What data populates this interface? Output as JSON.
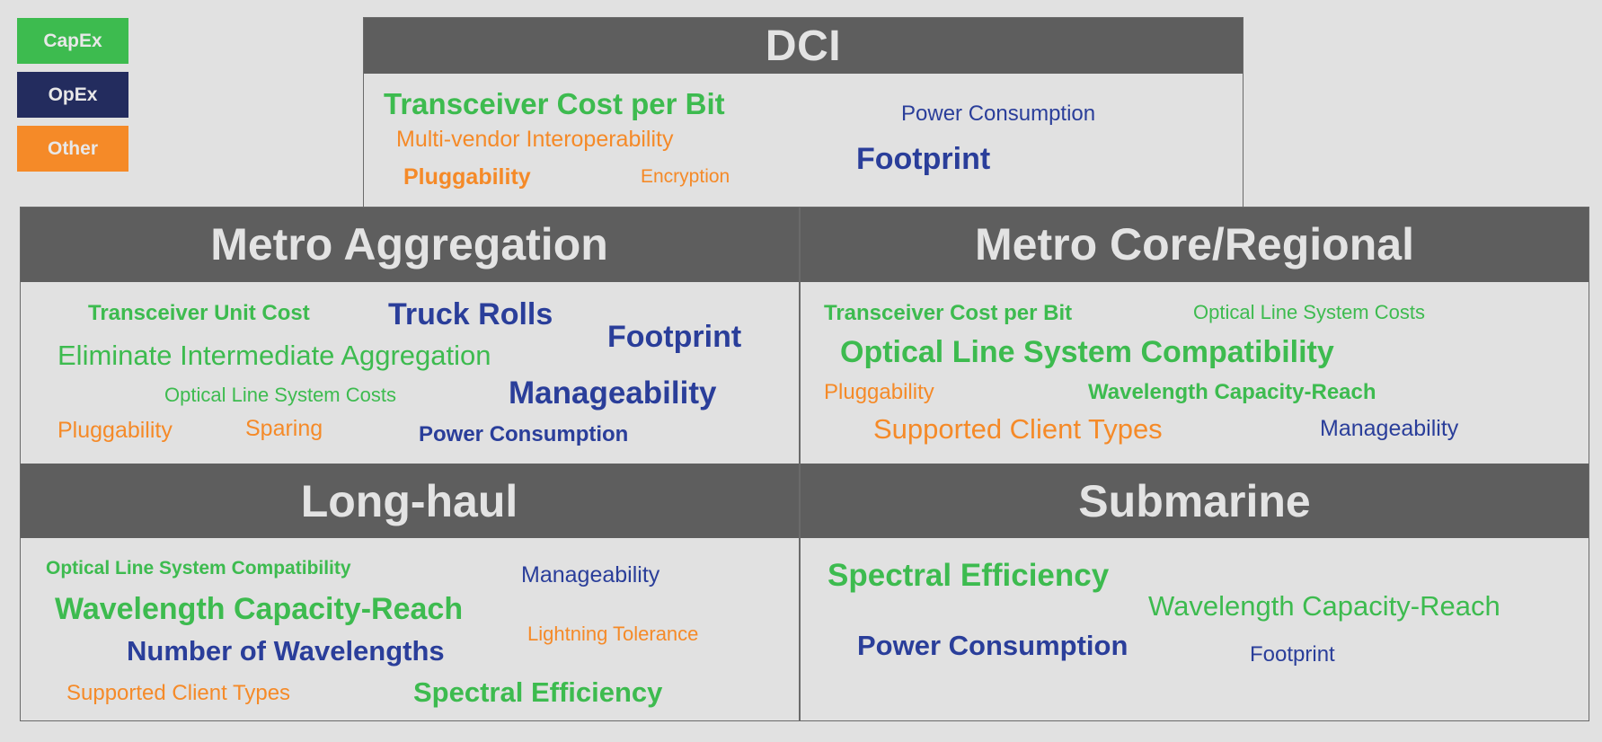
{
  "legend": {
    "capex": {
      "label": "CapEx",
      "color": "#3dbb4f"
    },
    "opex": {
      "label": "OpEx",
      "color": "#232c5e"
    },
    "other": {
      "label": "Other",
      "color": "#f58a28"
    }
  },
  "colors": {
    "capex_text": "#3dbb4f",
    "opex_text": "#2a3e9a",
    "other_text": "#f58a28",
    "header_bg": "#5e5e5e",
    "background": "#e1e1e1"
  },
  "segments": {
    "dci": {
      "title": "DCI",
      "words": [
        {
          "text": "Transceiver Cost per Bit",
          "category": "capex"
        },
        {
          "text": "Multi-vendor Interoperability",
          "category": "other"
        },
        {
          "text": "Pluggability",
          "category": "other"
        },
        {
          "text": "Encryption",
          "category": "other"
        },
        {
          "text": "Power Consumption",
          "category": "opex"
        },
        {
          "text": "Footprint",
          "category": "opex"
        }
      ]
    },
    "metro_aggregation": {
      "title": "Metro Aggregation",
      "words": [
        {
          "text": "Transceiver Unit Cost",
          "category": "capex"
        },
        {
          "text": "Truck Rolls",
          "category": "opex"
        },
        {
          "text": "Footprint",
          "category": "opex"
        },
        {
          "text": "Eliminate Intermediate Aggregation",
          "category": "capex"
        },
        {
          "text": "Optical Line System Costs",
          "category": "capex"
        },
        {
          "text": "Manageability",
          "category": "opex"
        },
        {
          "text": "Pluggability",
          "category": "other"
        },
        {
          "text": "Sparing",
          "category": "other"
        },
        {
          "text": "Power Consumption",
          "category": "opex"
        }
      ]
    },
    "metro_core": {
      "title": "Metro Core/Regional",
      "words": [
        {
          "text": "Transceiver Cost per Bit",
          "category": "capex"
        },
        {
          "text": "Optical Line System Costs",
          "category": "capex"
        },
        {
          "text": "Optical Line System Compatibility",
          "category": "capex"
        },
        {
          "text": "Pluggability",
          "category": "other"
        },
        {
          "text": "Wavelength Capacity-Reach",
          "category": "capex"
        },
        {
          "text": "Supported Client Types",
          "category": "other"
        },
        {
          "text": "Manageability",
          "category": "opex"
        }
      ]
    },
    "long_haul": {
      "title": "Long-haul",
      "words": [
        {
          "text": "Optical Line System Compatibility",
          "category": "capex"
        },
        {
          "text": "Manageability",
          "category": "opex"
        },
        {
          "text": "Wavelength Capacity-Reach",
          "category": "capex"
        },
        {
          "text": "Lightning Tolerance",
          "category": "other"
        },
        {
          "text": "Number of Wavelengths",
          "category": "opex"
        },
        {
          "text": "Supported Client Types",
          "category": "other"
        },
        {
          "text": "Spectral Efficiency",
          "category": "capex"
        }
      ]
    },
    "submarine": {
      "title": "Submarine",
      "words": [
        {
          "text": "Spectral Efficiency",
          "category": "capex"
        },
        {
          "text": "Wavelength Capacity-Reach",
          "category": "capex"
        },
        {
          "text": "Power Consumption",
          "category": "opex"
        },
        {
          "text": "Footprint",
          "category": "opex"
        }
      ]
    }
  }
}
